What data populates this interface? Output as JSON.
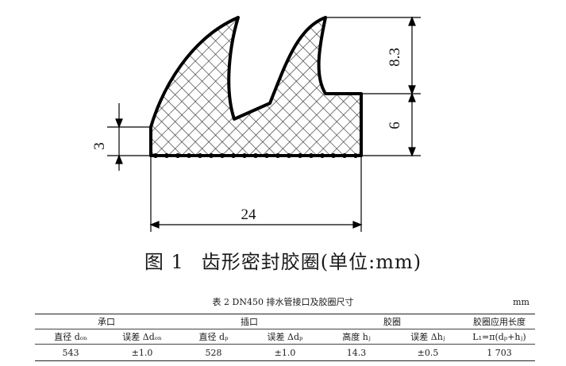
{
  "figure": {
    "dim_left": "3",
    "dim_upper_right": "8.3",
    "dim_lower_right": "6",
    "dim_bottom": "24"
  },
  "caption": {
    "number": "图 1",
    "text": "齿形密封胶圈(单位:mm)"
  },
  "table": {
    "title": "表 2   DN450 排水管接口及胶圈尺寸",
    "unit": "mm",
    "groups": [
      "承口",
      "插口",
      "胶圈",
      "胶圈应用长度"
    ],
    "subheaders": [
      "直径 dₒₙ",
      "误差 Δdₒₙ",
      "直径 dₚ",
      "误差 Δdₚ",
      "高度 hⱼ",
      "误差 Δhⱼ",
      "L₁=π(dₚ+hⱼ)"
    ],
    "rows": [
      [
        "543",
        "±1.0",
        "528",
        "±1.0",
        "14.3",
        "±0.5",
        "1 703"
      ]
    ]
  }
}
